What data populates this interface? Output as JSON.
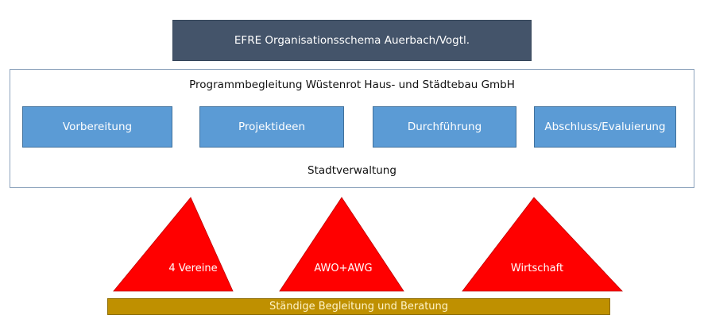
{
  "title": "EFRE Organisationsschema Auerbach/Vogtl.",
  "container": {
    "top_label": "Programmbegleitung Wüstenrot Haus- und Städtebau GmbH",
    "bottom_label": "Stadtverwaltung",
    "phases": [
      "Vorbereitung",
      "Projektideen",
      "Durchführung",
      "Abschluss/Evaluierung"
    ]
  },
  "partners": [
    "4 Vereine",
    "AWO+AWG",
    "Wirtschaft"
  ],
  "footer_bar": "Ständige Begleitung und Beratung",
  "colors": {
    "title_bg": "#44546a",
    "phase_bg": "#5b9bd5",
    "triangle": "#ff0000",
    "bar": "#bf9000"
  }
}
